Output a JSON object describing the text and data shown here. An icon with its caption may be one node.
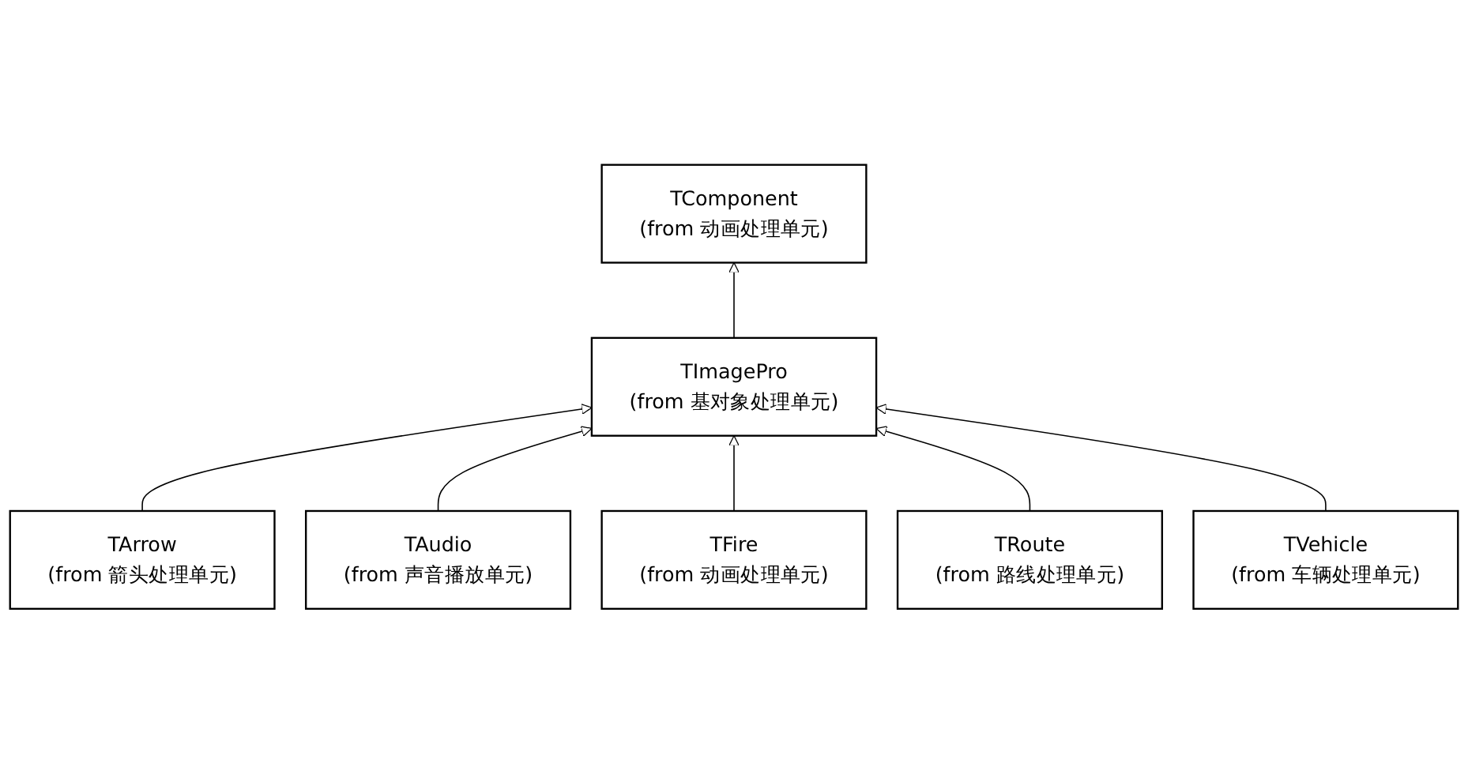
{
  "diagram": {
    "nodes": [
      {
        "text": [
          "TComponent",
          "(from 动画处理单元)"
        ]
      },
      {
        "text": [
          "TImagePro",
          "(from 基对象处理单元)"
        ]
      },
      {
        "text": [
          "TArrow",
          "(from 箭头处理单元)"
        ]
      },
      {
        "text": [
          "TAudio",
          "(from 声音播放单元)"
        ]
      },
      {
        "text": [
          "TFire",
          "(from 动画处理单元)"
        ]
      },
      {
        "text": [
          "TRoute",
          "(from 路线处理单元)"
        ]
      },
      {
        "text": [
          "TVehicle",
          "(from 车辆处理单元)"
        ]
      }
    ],
    "edges": [
      {
        "from": 1,
        "to": 0,
        "arrow": "to"
      },
      {
        "from": 2,
        "to": 1,
        "arrow": "to"
      },
      {
        "from": 3,
        "to": 1,
        "arrow": "to"
      },
      {
        "from": 4,
        "to": 1,
        "arrow": "to"
      },
      {
        "from": 5,
        "to": 1,
        "arrow": "to"
      },
      {
        "from": 6,
        "to": 1,
        "arrow": "to"
      }
    ]
  }
}
